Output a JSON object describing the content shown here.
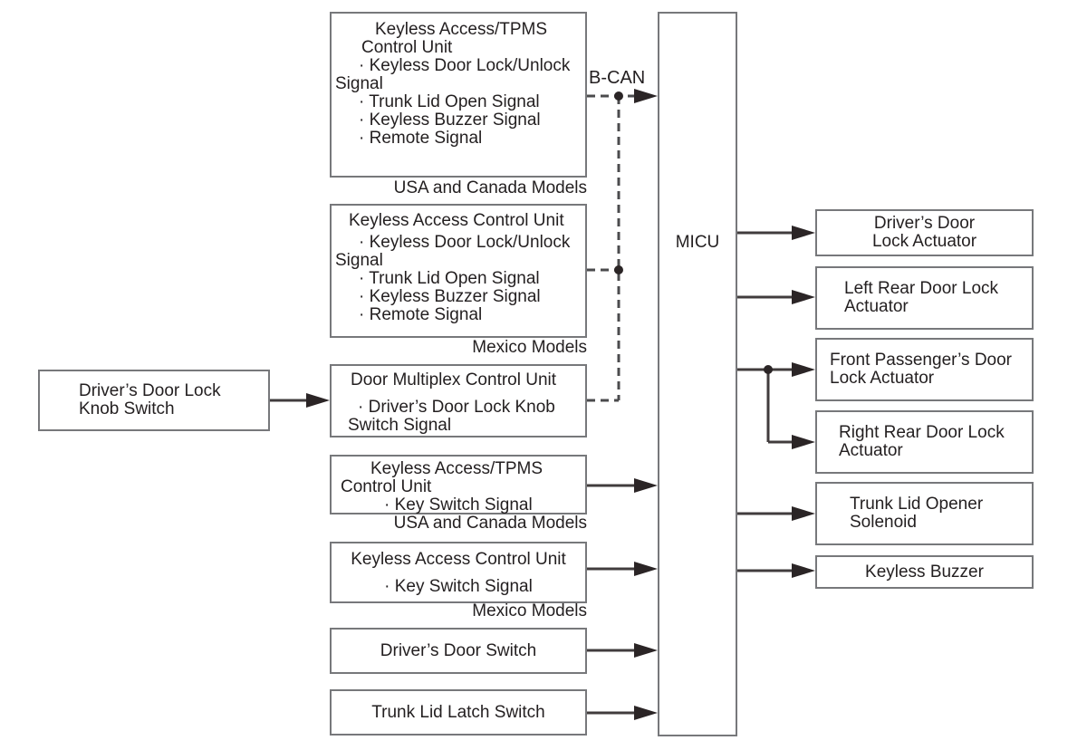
{
  "colors": {
    "background": "#ffffff",
    "box_border": "#77787b",
    "wire": "#413c3d",
    "dashed_wire": "#4b4b4d",
    "arrowhead": "#2b2526",
    "text": "#231f20"
  },
  "labels": {
    "bcan": "B-CAN",
    "micu": "MICU"
  },
  "left_box": {
    "lines": [
      "Driver’s Door Lock",
      "Knob Switch"
    ]
  },
  "mid_boxes": [
    {
      "lines": [
        "Keyless Access/TPMS",
        "Control Unit",
        "· Keyless Door Lock/Unlock",
        "Signal",
        "· Trunk Lid Open Signal",
        "· Keyless Buzzer Signal",
        "· Remote Signal"
      ],
      "caption": "USA and Canada Models"
    },
    {
      "lines": [
        "Keyless Access Control Unit",
        "· Keyless Door Lock/Unlock",
        "Signal",
        "· Trunk Lid Open Signal",
        "· Keyless Buzzer Signal",
        "· Remote Signal"
      ],
      "caption": "Mexico Models"
    },
    {
      "lines": [
        "Door Multiplex Control Unit",
        "· Driver’s Door Lock Knob",
        "Switch Signal"
      ],
      "caption": ""
    },
    {
      "lines": [
        "Keyless Access/TPMS",
        "Control Unit",
        "· Key Switch Signal"
      ],
      "caption": "USA and Canada Models"
    },
    {
      "lines": [
        "Keyless Access Control Unit",
        "· Key Switch Signal"
      ],
      "caption": "Mexico Models"
    },
    {
      "lines": [
        "Driver’s Door Switch"
      ],
      "caption": ""
    },
    {
      "lines": [
        "Trunk Lid Latch Switch"
      ],
      "caption": ""
    }
  ],
  "right_boxes": [
    {
      "lines": [
        "Driver’s Door",
        "Lock Actuator"
      ]
    },
    {
      "lines": [
        "Left Rear Door Lock",
        "Actuator"
      ]
    },
    {
      "lines": [
        "Front Passenger’s Door",
        "Lock Actuator"
      ]
    },
    {
      "lines": [
        "Right Rear Door Lock",
        "Actuator"
      ]
    },
    {
      "lines": [
        "Trunk Lid Opener",
        "Solenoid"
      ]
    },
    {
      "lines": [
        "Keyless Buzzer"
      ]
    }
  ]
}
